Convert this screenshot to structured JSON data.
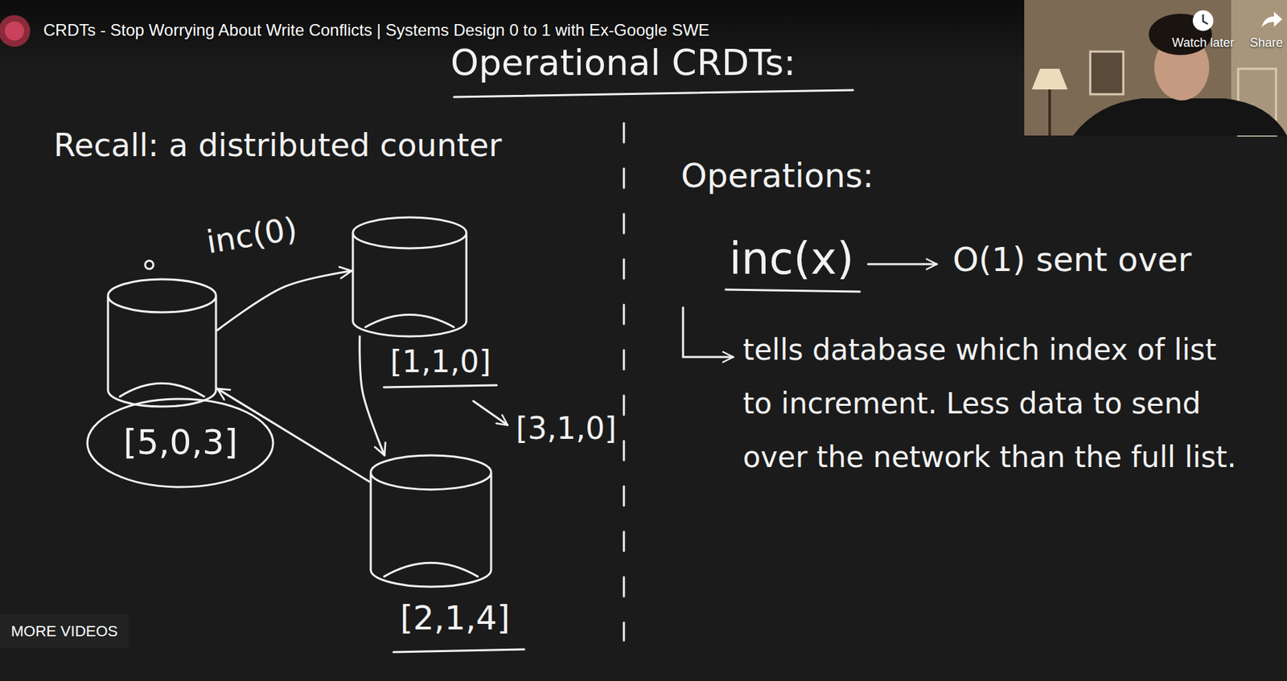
{
  "diagram": {
    "title": "Operational CRDTs:",
    "nodes": [
      {
        "text": [
          "[5,0,3]"
        ]
      },
      {
        "text": [
          "[1,1,0]"
        ]
      },
      {
        "text": [
          "[2,1,4]"
        ]
      }
    ],
    "edges": [
      {
        "from": 0,
        "to": 1,
        "label": "inc(0)",
        "arrow": "to"
      },
      {
        "from": 1,
        "to": 2,
        "arrow": "to"
      },
      {
        "from": 2,
        "to": 0,
        "arrow": "to"
      }
    ],
    "labels": [
      "CRDTs - Stop Worrying About Write Conflicts | Systems Design 0 to 1 with Ex-Google SWE",
      "Watch later",
      "Share",
      "Recall: a distributed counter",
      "[3,1,0]",
      "Operations:",
      "inc(x)",
      "O(1) sent over",
      "tells database which index of list to increment. Less data to send over the network than the full list.",
      "MORE VIDEOS"
    ]
  }
}
